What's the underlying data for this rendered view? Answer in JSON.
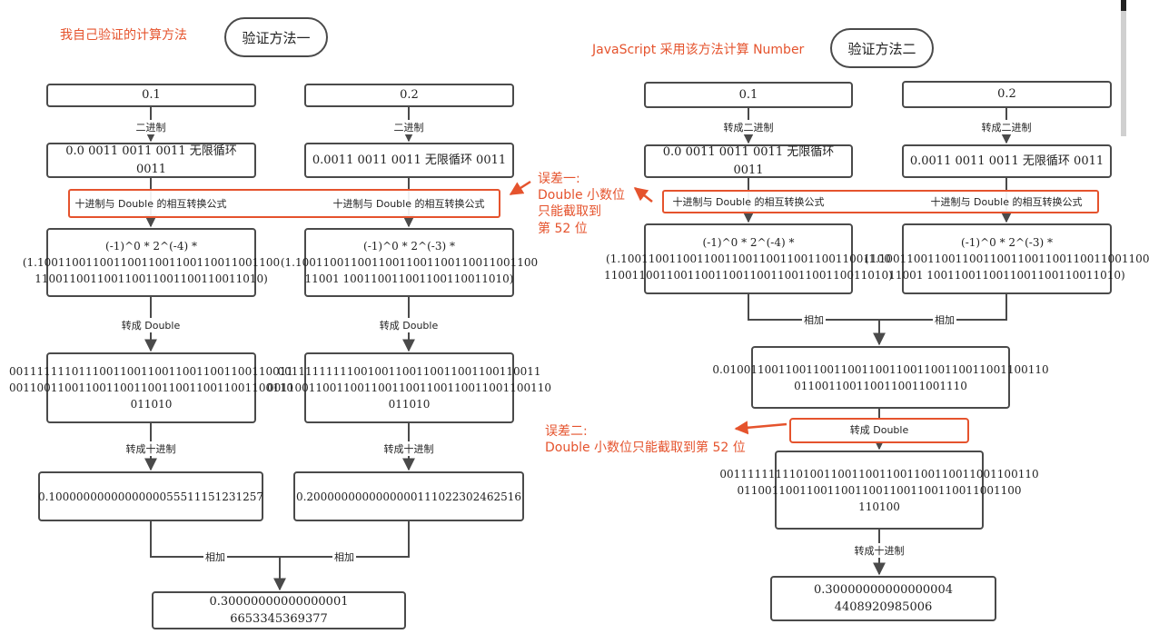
{
  "left": {
    "caption": "我自己验证的计算方法",
    "method": "验证方法一",
    "input_a": "0.1",
    "input_b": "0.2",
    "step_binary": "二进制",
    "binary_a": "0.0 0011 0011 0011 无限循环0011",
    "binary_b": "0.0011 0011 0011 无限循环 0011",
    "formula_label": "十进制与 Double 的相互转换公式",
    "sci_a": "(-1)^0 * 2^(-4) *\n(1.10011001100110011001100110011001100\n110011001100110011001100110011010)",
    "sci_b": "(-1)^0 * 2^(-3) *\n(1.10011001100110011001100110011001100\n11001 100110011001100110011010)",
    "step_to_double": "转成 Double",
    "double_a": "00111111101110011001100110011001100110011\n00110011001100110011001100110011001100110\n011010",
    "double_b": "00111111111001001100110011001100110011\n00110011001100110011001100110011001100110\n011010",
    "step_to_decimal": "转成十进制",
    "decimal_a": "0.1000000000000000055511151231257",
    "decimal_b": "0.2000000000000000111022302462516",
    "step_add": "相加",
    "result": "0.30000000000000001 6653345369377"
  },
  "right": {
    "caption": "JavaScript 采用该方法计算 Number",
    "method": "验证方法二",
    "input_a": "0.1",
    "input_b": "0.2",
    "step_binary": "转成二进制",
    "binary_a": "0.0 0011 0011 0011 无限循环0011",
    "binary_b": "0.0011 0011 0011 无限循环 0011",
    "formula_label": "十进制与 Double 的相互转换公式",
    "sci_a": "(-1)^0 * 2^(-4) *\n(1.100110011001100110011001100110011001100\n11001100110011001100110011001100110011010)",
    "sci_b": "(-1)^0 * 2^(-3) *\n(1.100110011001100110011001100110011001100\n11001 1001100110011001100110011010)",
    "step_add": "相加",
    "sum": "0.01001100110011001100110011001100110011001100110\n0110011001100110011001110",
    "to_double": "转成 Double",
    "double": "0011111111101001100110011001100110011001100110\n01100110011001100110011001100110011001100\n110100",
    "step_to_decimal": "转成十进制",
    "result": "0.30000000000000004 4408920985006"
  },
  "errors": {
    "error1": "误差一:\nDouble 小数位\n只能截取到\n第 52 位",
    "error2": "误差二:\nDouble 小数位只能截取到第 52 位"
  },
  "colors": {
    "accent": "#e5532d",
    "stroke": "#4a4a4a"
  }
}
